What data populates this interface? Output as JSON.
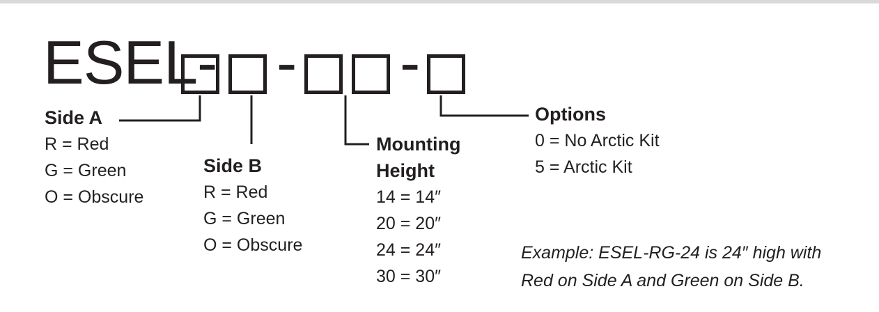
{
  "code": {
    "prefix": "ESEL-",
    "separator": "-"
  },
  "side_a": {
    "title": "Side A",
    "rows": [
      "R = Red",
      "G = Green",
      "O = Obscure"
    ]
  },
  "side_b": {
    "title": "Side B",
    "rows": [
      "R = Red",
      "G = Green",
      "O = Obscure"
    ]
  },
  "mounting": {
    "title_line1": "Mounting",
    "title_line2": "Height",
    "rows": [
      "14 = 14″",
      "20 = 20″",
      "24 = 24″",
      "30 = 30″"
    ]
  },
  "options": {
    "title": "Options",
    "rows": [
      "0 = No Arctic Kit",
      "5 = Arctic Kit"
    ]
  },
  "example": {
    "line1": "Example:  ESEL-RG-24 is 24″ high with",
    "line2": "Red on Side A and Green on Side B."
  }
}
